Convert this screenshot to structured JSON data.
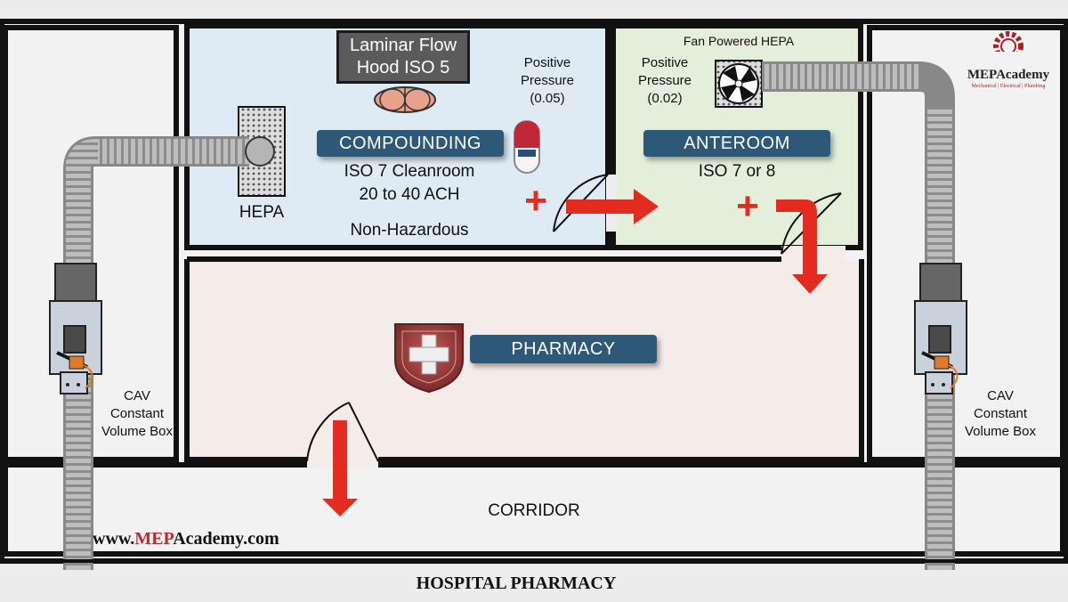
{
  "title": "HOSPITAL PHARMACY",
  "website": {
    "prefix": "www.",
    "brand": "MEP",
    "suffix": "Academy.com"
  },
  "logo": {
    "name": "MEPAcademy",
    "tagline": "Mechanical | Electrical | Plumbing"
  },
  "rooms": {
    "compounding": {
      "label": "COMPOUNDING",
      "class_line1": "ISO 7 Cleanroom",
      "class_line2": "20 to 40 ACH",
      "note": "Non-Hazardous",
      "pressure_line1": "Positive",
      "pressure_line2": "Pressure",
      "pressure_value": "(0.05)"
    },
    "anteroom": {
      "label": "ANTEROOM",
      "class_line": "ISO 7 or 8",
      "pressure_line1": "Positive",
      "pressure_line2": "Pressure",
      "pressure_value": "(0.02)"
    },
    "pharmacy": {
      "label": "PHARMACY"
    },
    "corridor": {
      "label": "CORRIDOR"
    }
  },
  "equipment": {
    "hood_line1": "Laminar Flow",
    "hood_line2": "Hood  ISO 5",
    "hepa": "HEPA",
    "fan_hepa": "Fan Powered HEPA",
    "cav_left": {
      "line1": "CAV",
      "line2": "Constant",
      "line3": "Volume Box"
    },
    "cav_right": {
      "line1": "CAV",
      "line2": "Constant",
      "line3": "Volume Box"
    }
  },
  "symbols": {
    "plus1": "+",
    "plus2": "+"
  },
  "colors": {
    "compounding_fill": "#deebf4",
    "anteroom_fill": "#e3efdb",
    "pharmacy_fill": "#f4ece8",
    "arrow_red": "#e32b20",
    "pill_blue": "#2e5878",
    "logo_red": "#b21e23"
  }
}
